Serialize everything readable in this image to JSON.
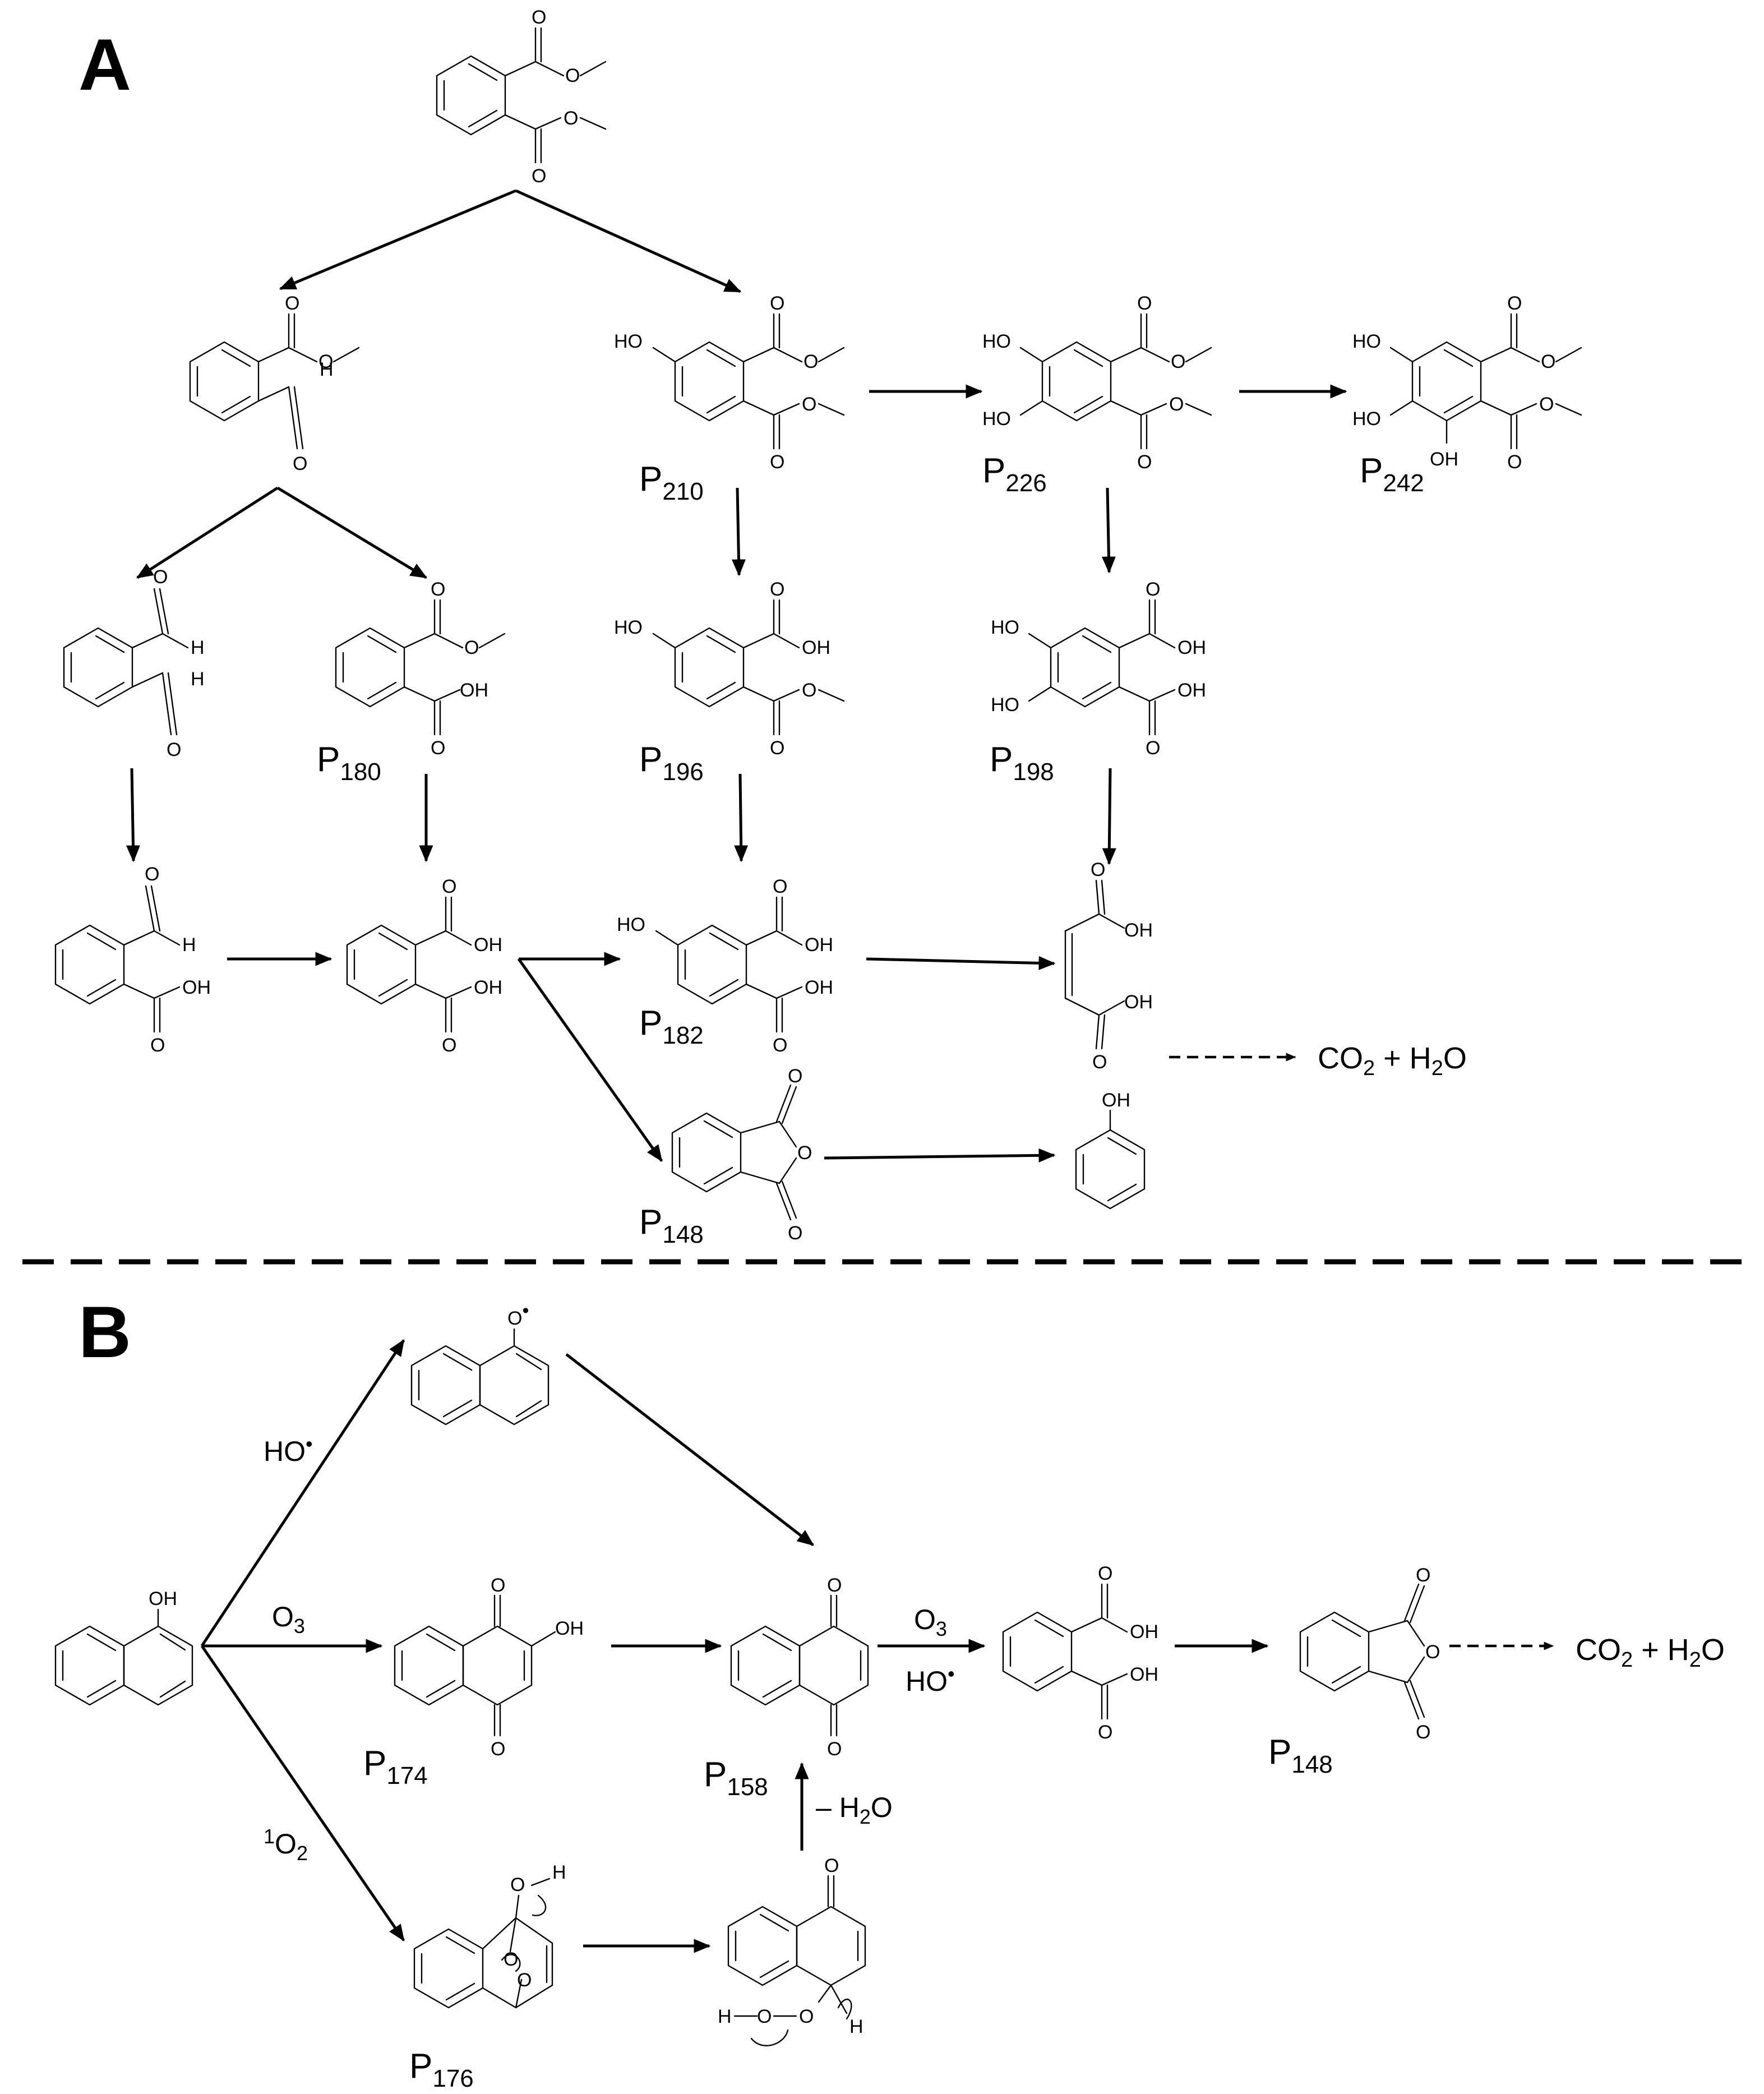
{
  "panels": {
    "a": "A",
    "b": "B"
  },
  "labels": {
    "p210": {
      "main": "P",
      "sub": "210"
    },
    "p226": {
      "main": "P",
      "sub": "226"
    },
    "p242": {
      "main": "P",
      "sub": "242"
    },
    "p180": {
      "main": "P",
      "sub": "180"
    },
    "p196": {
      "main": "P",
      "sub": "196"
    },
    "p198": {
      "main": "P",
      "sub": "198"
    },
    "p182": {
      "main": "P",
      "sub": "182"
    },
    "p148a": {
      "main": "P",
      "sub": "148"
    },
    "p174": {
      "main": "P",
      "sub": "174"
    },
    "p158": {
      "main": "P",
      "sub": "158"
    },
    "p148b": {
      "main": "P",
      "sub": "148"
    },
    "p176": {
      "main": "P",
      "sub": "176"
    }
  },
  "reagents": {
    "ho_radical": {
      "text": "HO",
      "mark": "•"
    },
    "o3_left": {
      "main": "O",
      "sub": "3"
    },
    "singlet_o2": {
      "sup": "1",
      "main": "O",
      "sub": "2"
    },
    "o3_right": {
      "main": "O",
      "sub": "3"
    },
    "ho_radical_right": {
      "text": "HO",
      "mark": "•"
    },
    "minus_water": {
      "pre": "– H",
      "sub": "2",
      "post": "O"
    }
  },
  "final_products": {
    "a": {
      "pre": "CO",
      "sub1": "2",
      "mid": " + H",
      "sub2": "2",
      "post": "O"
    },
    "b": {
      "pre": "CO",
      "sub1": "2",
      "mid": " + H",
      "sub2": "2",
      "post": "O"
    }
  },
  "atoms": {
    "O": "O",
    "H": "H",
    "OH": "OH",
    "HO": "HO",
    "OH_dot": "•"
  }
}
